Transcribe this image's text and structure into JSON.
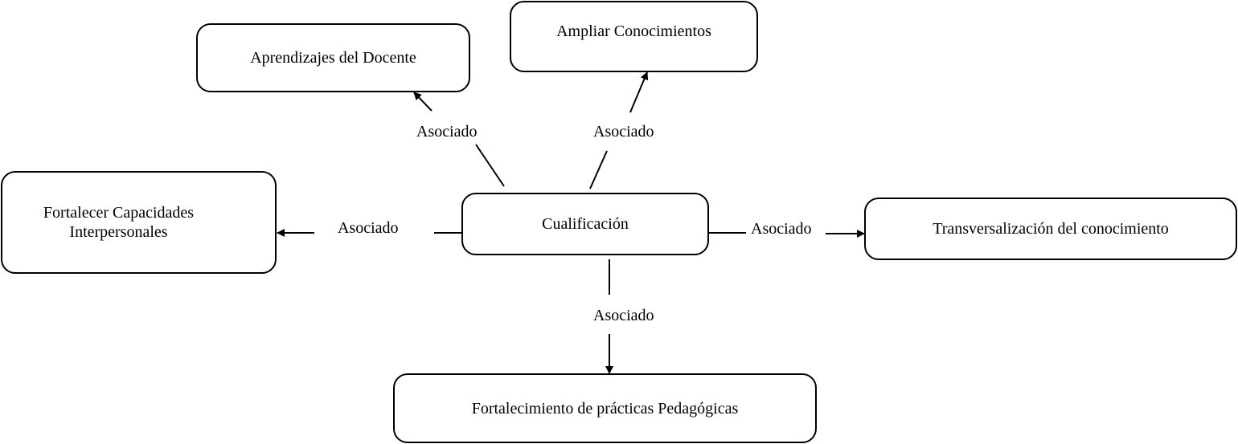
{
  "diagram": {
    "center": {
      "label": "Cualificación"
    },
    "nodes": [
      {
        "id": "aprendizajes",
        "label": "Aprendizajes del Docente"
      },
      {
        "id": "ampliar",
        "label": "Ampliar Conocimientos"
      },
      {
        "id": "fortalecer",
        "label": "Fortalecer Capacidades Interpersonales"
      },
      {
        "id": "transversalizacion",
        "label": "Transversalización del conocimiento"
      },
      {
        "id": "practicas",
        "label": "Fortalecimiento de prácticas Pedagógicas"
      }
    ],
    "edges": [
      {
        "from": "center",
        "to": "aprendizajes",
        "label": "Asociado"
      },
      {
        "from": "center",
        "to": "ampliar",
        "label": "Asociado"
      },
      {
        "from": "center",
        "to": "fortalecer",
        "label": "Asociado"
      },
      {
        "from": "center",
        "to": "transversalizacion",
        "label": "Asociado"
      },
      {
        "from": "center",
        "to": "practicas",
        "label": "Asociado"
      }
    ],
    "colors": {
      "stroke": "#000000",
      "background": "#ffffff"
    }
  }
}
